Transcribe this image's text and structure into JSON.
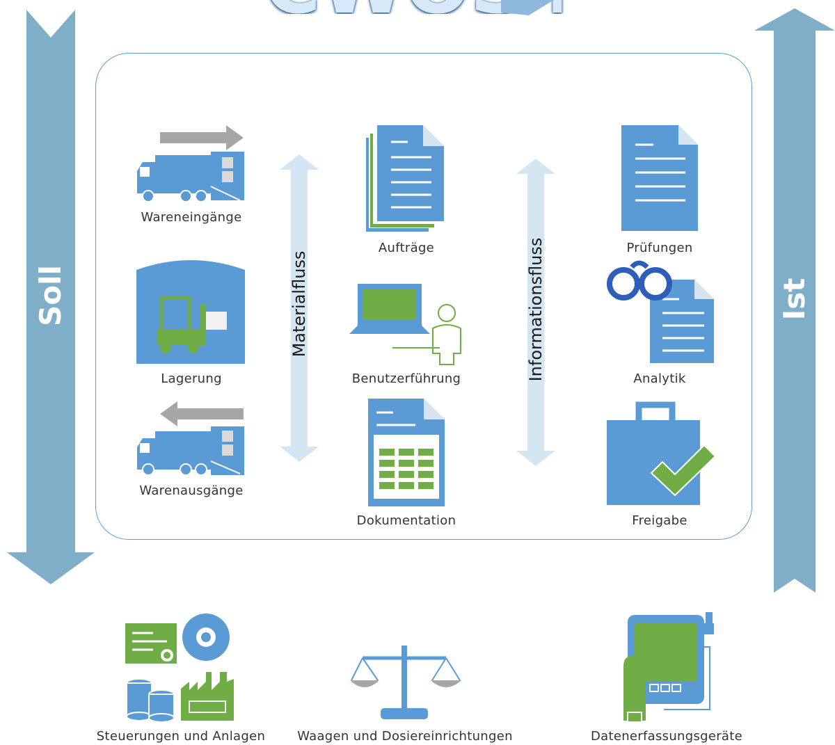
{
  "logo": {
    "text": "CWOS+"
  },
  "side": {
    "left": "Soll",
    "right": "Ist"
  },
  "flows": {
    "material": "Materialfluss",
    "information": "Informationsfluss"
  },
  "items": {
    "wareneingaenge": "Wareneingänge",
    "lagerung": "Lagerung",
    "warenausgaenge": "Warenausgänge",
    "auftraege": "Aufträge",
    "benutzerfuehrung": "Benutzerführung",
    "dokumentation": "Dokumentation",
    "pruefungen": "Prüfungen",
    "analytik": "Analytik",
    "freigabe": "Freigabe"
  },
  "bottom": {
    "steuerungen": "Steuerungen und Anlagen",
    "waagen": "Waagen und Dosiereinrichtungen",
    "daten": "Datenerfassungsgeräte"
  },
  "colors": {
    "blue": "#5b9bd5",
    "green": "#70ad47",
    "steel": "#7fafc8",
    "light_blue": "#d3e6f2",
    "grey": "#a6a6a6"
  }
}
